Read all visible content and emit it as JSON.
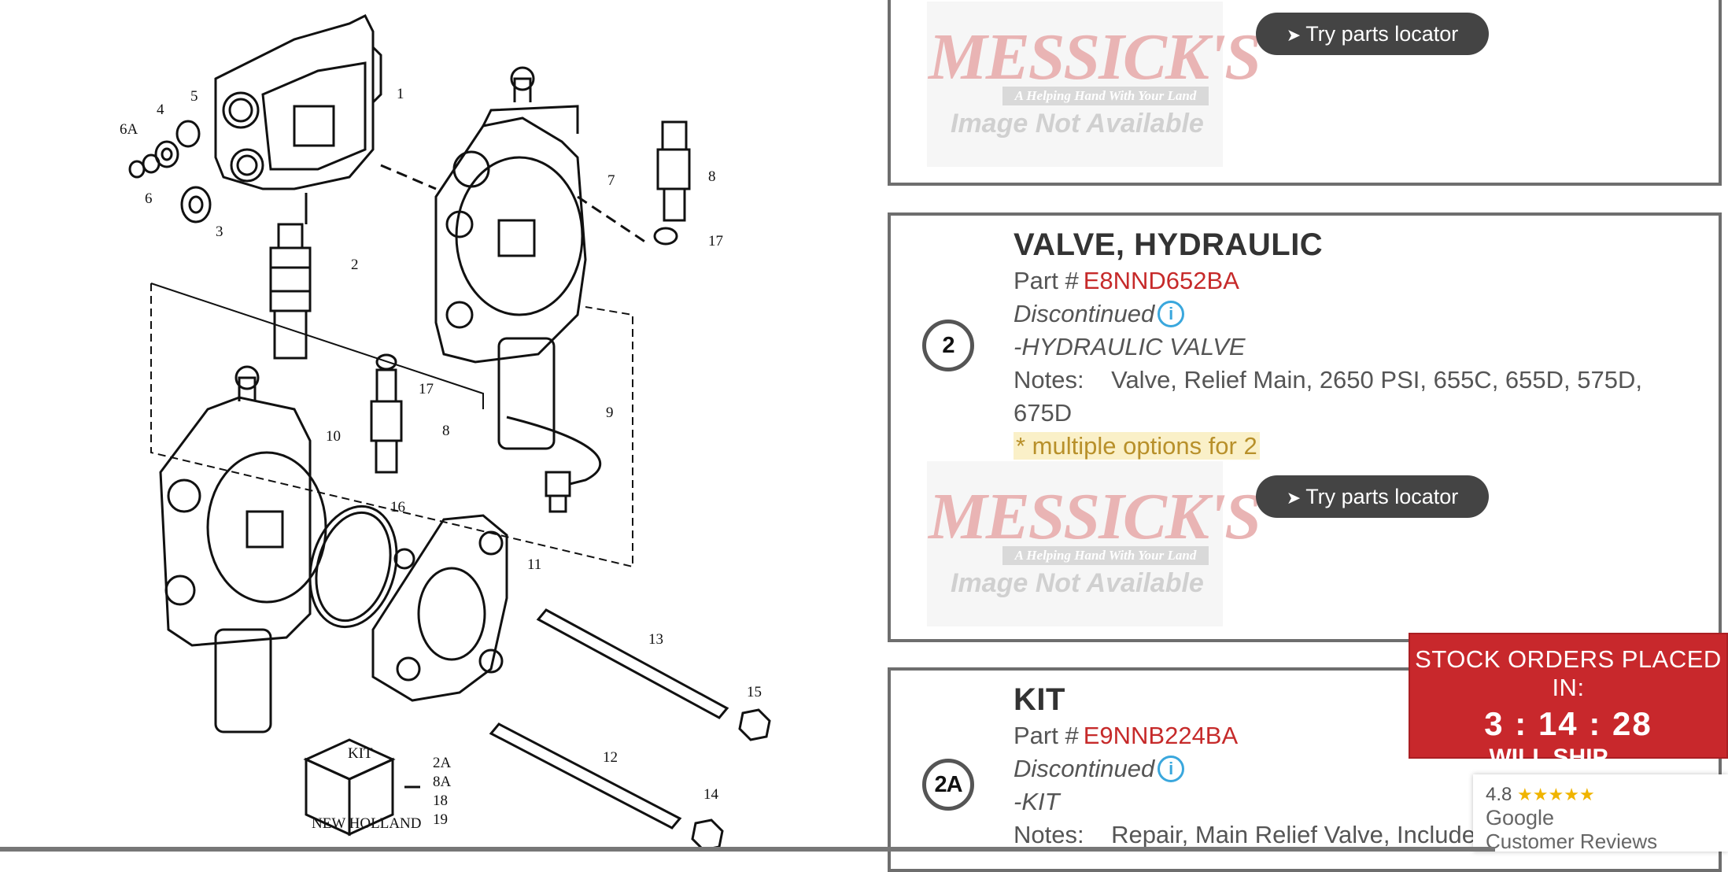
{
  "diagram": {
    "callouts": [
      "1",
      "2",
      "3",
      "4",
      "5",
      "6",
      "6A",
      "7",
      "8",
      "8",
      "9",
      "10",
      "11",
      "12",
      "13",
      "14",
      "15",
      "16",
      "17",
      "17"
    ],
    "kit_box_label": "KIT",
    "kit_brand": "NEW HOLLAND",
    "kit_items": [
      "2A",
      "8A",
      "18",
      "19"
    ]
  },
  "messicks_logo": {
    "name": "MESSICK'S",
    "tagline": "A Helping Hand With Your Land"
  },
  "cards": [
    {
      "image_text": "Image Not Available",
      "locator_label": "Try parts locator"
    },
    {
      "ref": "2",
      "title": "VALVE, HYDRAULIC",
      "part_label": "Part #",
      "part_number": "E8NND652BA",
      "status": "Discontinued",
      "description": "-HYDRAULIC VALVE",
      "notes_label": "Notes:",
      "notes": "Valve, Relief Main, 2650 PSI, 655C, 655D, 575D, 675D",
      "options": "* multiple options for 2",
      "image_text": "Image Not Available",
      "locator_label": "Try parts locator"
    },
    {
      "ref": "2A",
      "title": "KIT",
      "part_label": "Part #",
      "part_number": "E9NNB224BA",
      "status": "Discontinued",
      "description": "-KIT",
      "notes_label": "Notes:",
      "notes": "Repair, Main Relief Valve, Include"
    }
  ],
  "stock_banner": {
    "label": "STOCK ORDERS PLACED IN:",
    "countdown": "3 : 14 : 28",
    "will_ship": "WILL SHIP"
  },
  "reviews": {
    "rating": "4.8",
    "stars": "★★★★★",
    "provider": "Google",
    "label": "Customer Reviews"
  },
  "colors": {
    "part_number": "#c62a2a",
    "banner": "#c8282c",
    "locator_button": "#444444",
    "info_icon": "#3aa7dd",
    "options_highlight": "#faf0c8"
  }
}
